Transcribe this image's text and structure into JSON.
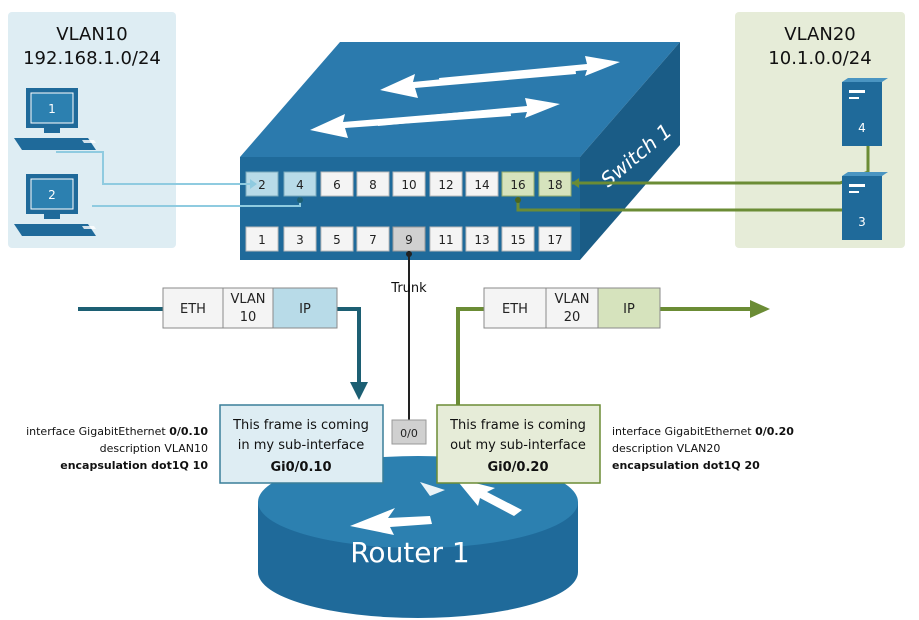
{
  "colors": {
    "vlan10_bg": "#deedf3",
    "vlan20_bg": "#e6ecd8",
    "vlan10_line": "#8fcbe0",
    "vlan10_dark": "#1c5f73",
    "vlan20_line": "#6b8c35",
    "device_blue": "#1f6a9a",
    "port_blue": "#b8dbe8",
    "port_green": "#d6e3bd"
  },
  "vlan10": {
    "title": "VLAN10",
    "subnet": "192.168.1.0/24",
    "pc_a": "1",
    "pc_b": "2"
  },
  "vlan20": {
    "title": "VLAN20",
    "subnet": "10.1.0.0/24",
    "server_a": "4",
    "server_b": "3"
  },
  "switch": {
    "label": "Switch 1",
    "top_ports": [
      "2",
      "4",
      "6",
      "8",
      "10",
      "12",
      "14",
      "16",
      "18"
    ],
    "bottom_ports": [
      "1",
      "3",
      "5",
      "7",
      "9",
      "11",
      "13",
      "15",
      "17"
    ]
  },
  "trunk_label": "Trunk",
  "router_port": "0/0",
  "frame_left": {
    "eth": "ETH",
    "vlan_line1": "VLAN",
    "vlan_line2": "10",
    "ip": "IP"
  },
  "frame_right": {
    "eth": "ETH",
    "vlan_line1": "VLAN",
    "vlan_line2": "20",
    "ip": "IP"
  },
  "sub_left": {
    "line1": "This frame is coming",
    "line2": "in my sub-interface",
    "iface": "Gi0/0.10"
  },
  "sub_right": {
    "line1": "This frame is coming",
    "line2": "out my sub-interface",
    "iface": "Gi0/0.20"
  },
  "config_left": {
    "l1_prefix": "interface GigabitEthernet ",
    "l1_bold": "0/0.10",
    "l2": "description VLAN10",
    "l3": "encapsulation dot1Q 10"
  },
  "config_right": {
    "l1_prefix": "interface GigabitEthernet ",
    "l1_bold": "0/0.20",
    "l2": "description VLAN20",
    "l3": "encapsulation dot1Q 20"
  },
  "router_label": "Router 1"
}
